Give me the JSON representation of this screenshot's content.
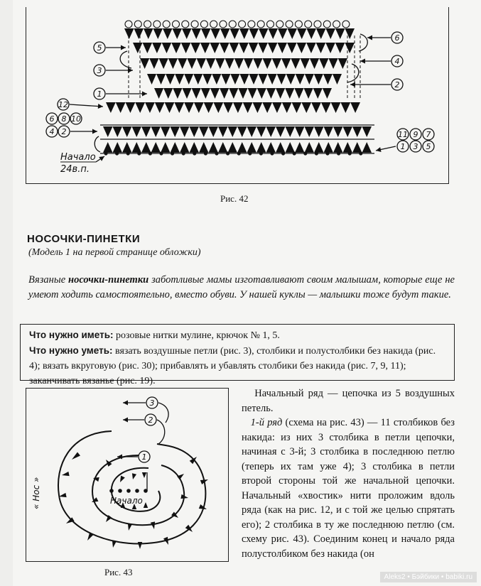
{
  "figure42": {
    "caption": "Рис. 42",
    "start_label": "Начало",
    "chain_label": "24в.п.",
    "row_markers_left": [
      "5",
      "3",
      "1",
      "12",
      "6",
      "8",
      "10",
      "4",
      "2"
    ],
    "row_markers_right": [
      "6",
      "4",
      "2",
      "11",
      "9",
      "7",
      "1",
      "3",
      "5"
    ]
  },
  "article": {
    "title": "НОСОЧКИ-ПИНЕТКИ",
    "subtitle": "(Модель 1 на первой странице обложки)",
    "intro_before": "Вязаные ",
    "intro_bold": "носочки-пинетки",
    "intro_after": " заботливые мамы изготавливают своим малышам, которые еще не умеют ходить самостоятельно, вместо обуви. У нашей куклы — малышки тоже будут такие.",
    "need_have_label": "Что нужно иметь:",
    "need_have_text": " розовые нитки мулине, крючок № 1, 5.",
    "need_know_label": "Что нужно уметь:",
    "need_know_text": " вязать воздушные петли (рис. 3), столбики и полустолбики без накида (рис. 4); вязать вкруговую (рис. 30); прибавлять и убавлять столбики без накида (рис. 7, 9, 11); заканчивать вязанье (рис. 19).",
    "para1": "Начальный ряд — цепочка из 5 воздушных петель.",
    "row1_label": "1-й ряд",
    "para2": " (схема на рис. 43) — 11 столбиков без накида: из них 3 столбика в петли цепочки, начиная с 3-й; 3 столбика в последнюю петлю (теперь их там уже 4); 3 столбика в петли второй стороны той же начальной цепочки. Начальный «хвостик» нити проложим вдоль ряда (как на рис. 12, и с той же целью спрятать его); 2 столбика в ту же последнюю петлю (см. схему рис. 43). Соединим конец и начало ряда полустолбиком без накида (он"
  },
  "figure43": {
    "caption": "Рис. 43",
    "start_label": "Начало",
    "side_label": "« Нос »",
    "markers": [
      "3",
      "2",
      "1"
    ]
  },
  "watermark": "Aleks2 • Бэйбики • babiki.ru"
}
